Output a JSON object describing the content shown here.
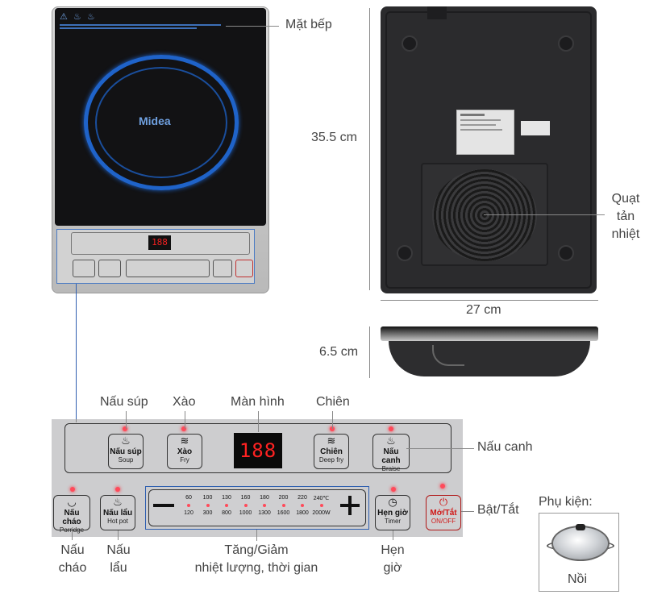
{
  "labels": {
    "surface": "Mặt bếp",
    "fan": "Quạt tản nhiệt",
    "fan_lines": [
      "Quạt",
      "tản",
      "nhiệt"
    ],
    "height": "35.5 cm",
    "width": "27 cm",
    "depth": "6.5 cm",
    "soup": "Nấu súp",
    "fry_label": "Xào",
    "screen": "Màn hình",
    "deep_fry_label": "Chiên",
    "braise_label": "Nấu canh",
    "onoff_label": "Bật/Tắt",
    "accessory": "Phụ kiện:",
    "porridge_lines": [
      "Nấu",
      "cháo"
    ],
    "hotpot_lines": [
      "Nấu",
      "lẩu"
    ],
    "adjust_lines": [
      "Tăng/Giảm",
      "nhiệt lượng, thời gian"
    ],
    "timer_lines": [
      "Hẹn",
      "giờ"
    ],
    "pot": "Nồi"
  },
  "cooktop": {
    "brand": "Midea",
    "display_value": "188"
  },
  "panel_keys": {
    "soup": {
      "title": "Nấu súp",
      "sub": "Soup"
    },
    "fry": {
      "title": "Xào",
      "sub": "Fry"
    },
    "deep_fry": {
      "title": "Chiên",
      "sub": "Deep fry"
    },
    "braise": {
      "title": "Nấu canh",
      "sub": "Braise"
    },
    "porridge": {
      "title": "Nấu cháo",
      "sub": "Porridge"
    },
    "hotpot": {
      "title": "Nấu lẩu",
      "sub": "Hot pot"
    },
    "timer": {
      "title": "Hẹn giờ",
      "sub": "Timer"
    },
    "onoff": {
      "title": "Mở/Tắt",
      "sub": "ON/OFF"
    }
  },
  "levels_top": [
    "60",
    "100",
    "130",
    "160",
    "180",
    "200",
    "220",
    "240℃"
  ],
  "levels_bottom": [
    "120",
    "300",
    "800",
    "1000",
    "1300",
    "1600",
    "1800",
    "2000W"
  ],
  "colors": {
    "ring": "#1f63c9",
    "led": "#ff4a5a",
    "display": "#ff2222",
    "callout": "#2f5fb0"
  }
}
